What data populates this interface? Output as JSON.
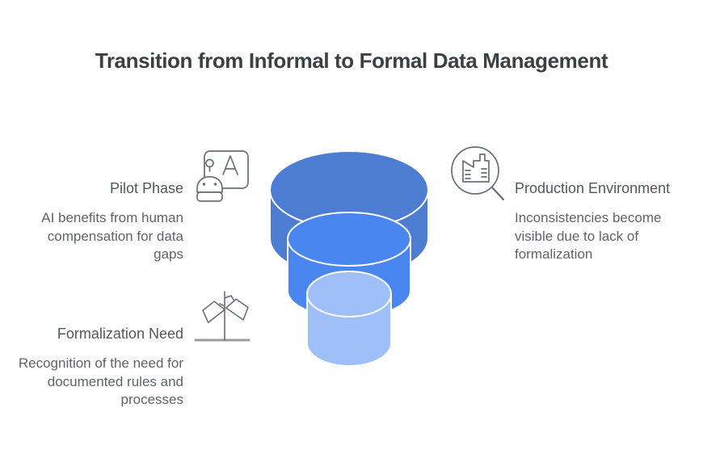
{
  "title": "Transition from Informal to Formal Data Management",
  "funnel": {
    "type": "stacked-cylinder-funnel",
    "segments": [
      {
        "name": "pilot-phase-top",
        "color": "#4D7DD2"
      },
      {
        "name": "production-middle",
        "color": "#4A86F0"
      },
      {
        "name": "formalization-bottom",
        "color": "#9FBFF9"
      }
    ],
    "stroke_color": "#ffffff"
  },
  "items": [
    {
      "label": "Pilot Phase",
      "description": "AI benefits from human compensation for data gaps",
      "icon": "robot-language-icon"
    },
    {
      "label": "Production Environment",
      "description": "Inconsistencies become visible due to lack of formalization",
      "icon": "magnifier-factory-icon"
    },
    {
      "label": "Formalization Need",
      "description": "Recognition of the need for documented rules and processes",
      "icon": "lamp-post-icon"
    }
  ],
  "colors": {
    "title_text": "#3C4043",
    "label_text": "#53575C",
    "body_text": "#5F6368",
    "icon_stroke": "#6B6F74"
  }
}
